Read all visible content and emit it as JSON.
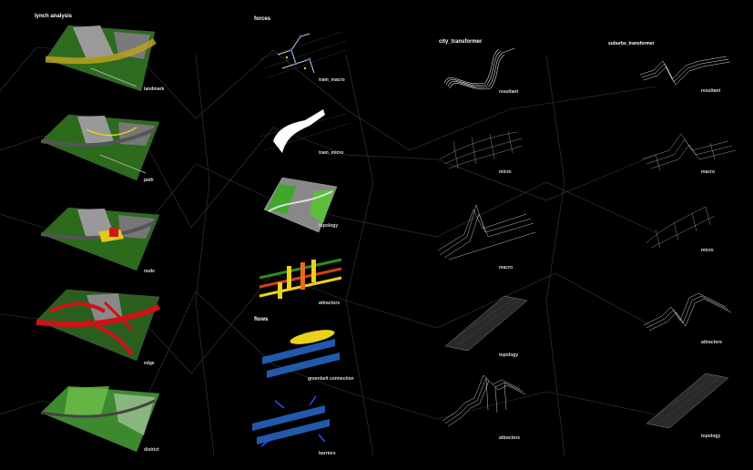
{
  "headers": {
    "lynch": "lynch analysis",
    "forces": "forces",
    "flows": "flows",
    "city": "city_transformer",
    "suburbs": "suburbs_transformer"
  },
  "lynch_labels": [
    "landmark",
    "path",
    "node",
    "edge",
    "district"
  ],
  "forces_labels": [
    "tram_macro",
    "tram_micro",
    "topology",
    "attractors"
  ],
  "flows_labels": [
    "greenbelt connection",
    "barriers"
  ],
  "city_labels": [
    "resultant",
    "micro",
    "macro",
    "topology",
    "attractors"
  ],
  "suburbs_labels": [
    "resultant",
    "macro",
    "micro",
    "attractors",
    "topology"
  ],
  "colors": {
    "background": "#000000",
    "green": "#2e8b1f",
    "red": "#d0101a",
    "yellow": "#e8d21c",
    "blue": "#2a6fd6",
    "wire": "#cfcfcf"
  }
}
